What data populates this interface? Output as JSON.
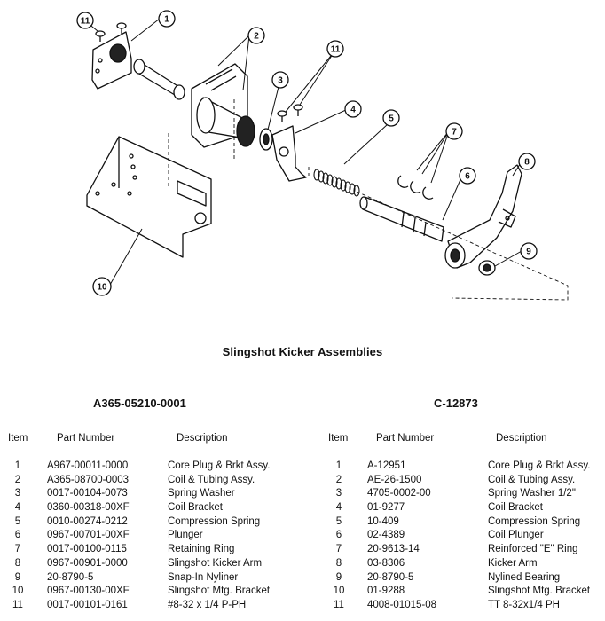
{
  "diagram": {
    "callouts": [
      "1",
      "2",
      "3",
      "4",
      "5",
      "6",
      "7",
      "8",
      "9",
      "10",
      "11",
      "11"
    ]
  },
  "title": "Slingshot Kicker Assemblies",
  "left": {
    "assembly_number": "A365-05210-0001",
    "headers": {
      "item": "Item",
      "part": "Part Number",
      "desc": "Description"
    },
    "rows": [
      {
        "item": "1",
        "part": "A967-00011-0000",
        "desc": "Core Plug & Brkt Assy."
      },
      {
        "item": "2",
        "part": "A365-08700-0003",
        "desc": "Coil & Tubing Assy."
      },
      {
        "item": "3",
        "part": "0017-00104-0073",
        "desc": "Spring Washer"
      },
      {
        "item": "4",
        "part": "0360-00318-00XF",
        "desc": "Coil Bracket"
      },
      {
        "item": "5",
        "part": "0010-00274-0212",
        "desc": "Compression Spring"
      },
      {
        "item": "6",
        "part": "0967-00701-00XF",
        "desc": "Plunger"
      },
      {
        "item": "7",
        "part": "0017-00100-0115",
        "desc": "Retaining Ring"
      },
      {
        "item": "8",
        "part": "0967-00901-0000",
        "desc": "Slingshot Kicker Arm"
      },
      {
        "item": "9",
        "part": "20-8790-5",
        "desc": "Snap-In Nyliner"
      },
      {
        "item": "10",
        "part": "0967-00130-00XF",
        "desc": "Slingshot Mtg. Bracket"
      },
      {
        "item": "11",
        "part": "0017-00101-0161",
        "desc": "#8-32 x 1/4 P-PH"
      }
    ]
  },
  "right": {
    "assembly_number": "C-12873",
    "headers": {
      "item": "Item",
      "part": "Part Number",
      "desc": "Description"
    },
    "rows": [
      {
        "item": "1",
        "part": "A-12951",
        "desc": "Core Plug & Brkt Assy."
      },
      {
        "item": "2",
        "part": "AE-26-1500",
        "desc": "Coil & Tubing Assy."
      },
      {
        "item": "3",
        "part": "4705-0002-00",
        "desc": "Spring Washer 1/2\""
      },
      {
        "item": "4",
        "part": "01-9277",
        "desc": "Coil Bracket"
      },
      {
        "item": "5",
        "part": "10-409",
        "desc": "Compression Spring"
      },
      {
        "item": "6",
        "part": "02-4389",
        "desc": "Coil Plunger"
      },
      {
        "item": "7",
        "part": "20-9613-14",
        "desc": "Reinforced \"E\" Ring"
      },
      {
        "item": "8",
        "part": "03-8306",
        "desc": "Kicker Arm"
      },
      {
        "item": "9",
        "part": "20-8790-5",
        "desc": "Nylined Bearing"
      },
      {
        "item": "10",
        "part": "01-9288",
        "desc": "Slingshot Mtg. Bracket"
      },
      {
        "item": "11",
        "part": "4008-01015-08",
        "desc": "TT 8-32x1/4 PH"
      }
    ]
  }
}
